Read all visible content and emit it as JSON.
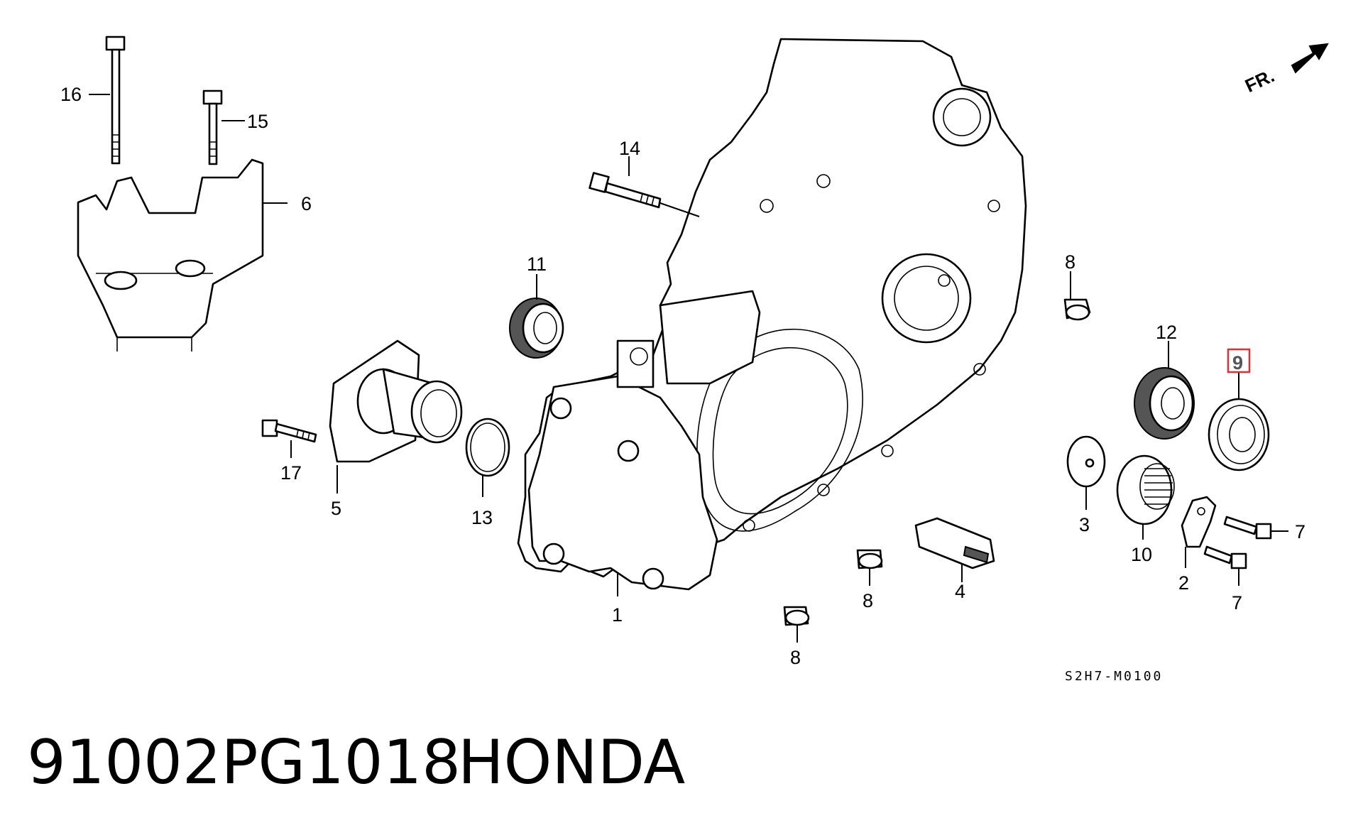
{
  "diagram": {
    "callouts": {
      "c1": "1",
      "c2": "2",
      "c3": "3",
      "c4": "4",
      "c5": "5",
      "c6": "6",
      "c7a": "7",
      "c7b": "7",
      "c8a": "8",
      "c8b": "8",
      "c8c": "8",
      "c9": "9",
      "c10": "10",
      "c11": "11",
      "c12": "12",
      "c13": "13",
      "c14": "14",
      "c15": "15",
      "c16": "16",
      "c17": "17"
    },
    "direction_label": "FR.",
    "diagram_code": "S2H7-M0100",
    "highlight_color": "#e03030"
  },
  "footer": {
    "part_number": "91002PG1018",
    "brand": "HONDA"
  }
}
